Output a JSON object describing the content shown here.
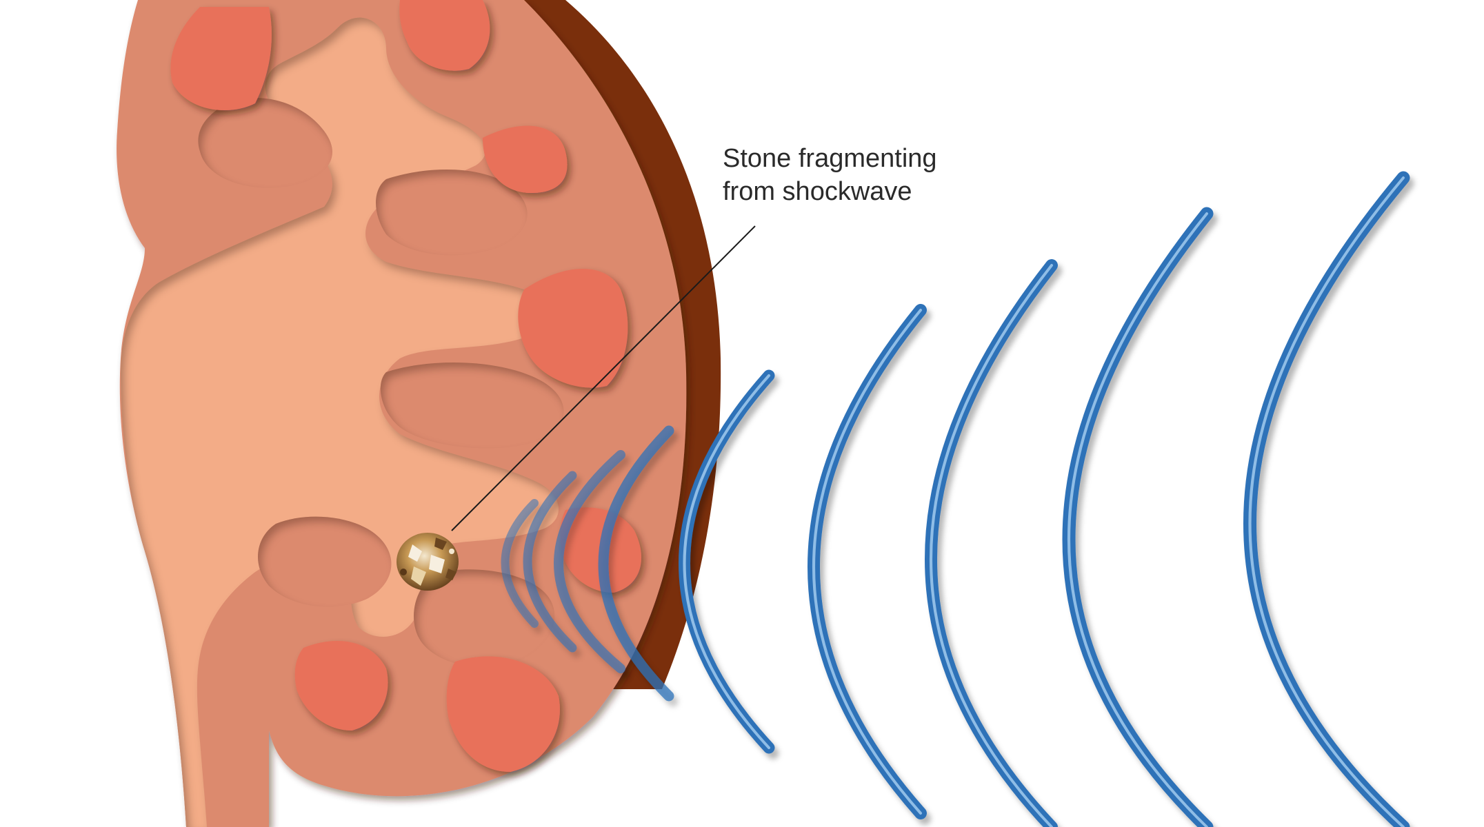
{
  "annotation": {
    "line1": "Stone fragmenting",
    "line2": "from shockwave"
  },
  "colors": {
    "background": "#ffffff",
    "kidney_capsule": "#7a2f0c",
    "kidney_cortex": "#dc8a6e",
    "kidney_pelvis": "#f3ac87",
    "kidney_pyramid": "#e8715a",
    "shockwave": "#2f72b8",
    "shockwave_highlight": "#8fbde6",
    "stone": "#c89a55",
    "leader_line": "#1a1a1a"
  },
  "shockwave_count": 9
}
